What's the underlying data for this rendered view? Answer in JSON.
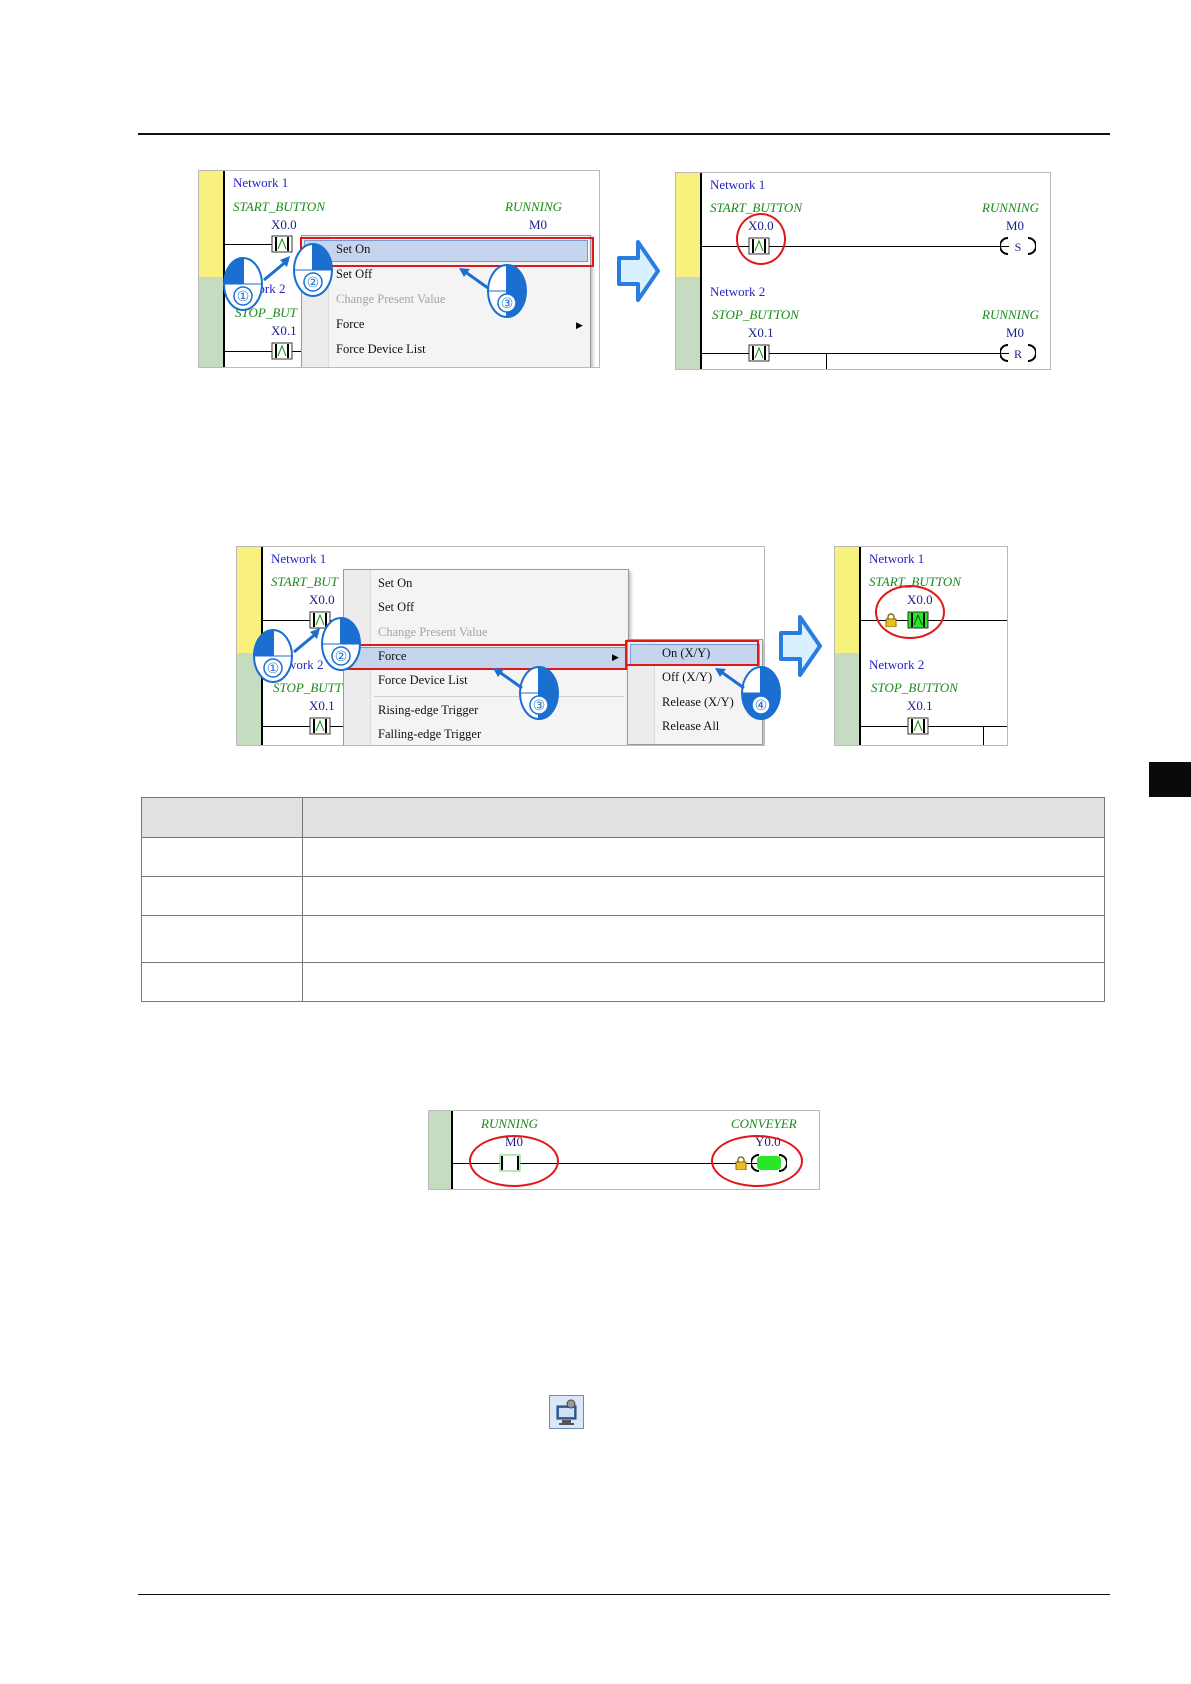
{
  "figure1": {
    "left_panel": {
      "network1": "Network 1",
      "start_symbol": "START_BUTTON",
      "start_addr": "X0.0",
      "running_symbol": "RUNNING",
      "running_addr": "M0",
      "network2_partial": "work 2",
      "stop_symbol_partial": "STOP_BUT",
      "stop_addr": "X0.1",
      "menu": [
        "Set On",
        "Set Off",
        "Change Present Value",
        "Force",
        "Force Device List"
      ],
      "badges": [
        "①",
        "②",
        "③"
      ]
    },
    "right_panel": {
      "network1": "Network 1",
      "start_symbol": "START_BUTTON",
      "start_addr": "X0.0",
      "running_symbol": "RUNNING",
      "running_addr": "M0",
      "coil1": "S",
      "network2": "Network 2",
      "stop_symbol": "STOP_BUTTON",
      "stop_addr": "X0.1",
      "running_symbol2": "RUNNING",
      "running_addr2": "M0",
      "coil2": "R"
    }
  },
  "figure2": {
    "left_panel": {
      "network1": "Network 1",
      "start_symbol_partial": "START_BUT",
      "start_addr": "X0.0",
      "network2_partial": "work 2",
      "stop_symbol_partial": "STOP_BUTT",
      "stop_addr": "X0.1",
      "menu": [
        "Set On",
        "Set Off",
        "Change Present Value",
        "Force",
        "Force Device List",
        "Rising-edge Trigger",
        "Falling-edge Trigger"
      ],
      "submenu": [
        "On (X/Y)",
        "Off (X/Y)",
        "Release (X/Y)",
        "Release All"
      ],
      "badges": [
        "①",
        "②",
        "③",
        "④"
      ]
    },
    "right_panel": {
      "network1": "Network 1",
      "start_symbol": "START_BUTTON",
      "start_addr": "X0.0",
      "network2": "Network 2",
      "stop_symbol": "STOP_BUTTON",
      "stop_addr": "X0.1"
    }
  },
  "figure3": {
    "running_symbol": "RUNNING",
    "running_addr": "M0",
    "conveyer_symbol": "CONVEYER",
    "conveyer_addr": "Y0.0"
  },
  "colors": {
    "highlight_red": "#e01818",
    "badge_blue": "#1a6fd0",
    "arrow_blue": "#2a7de0",
    "forced_green": "#29e629"
  },
  "icons": [
    "pc-monitor-icon"
  ]
}
